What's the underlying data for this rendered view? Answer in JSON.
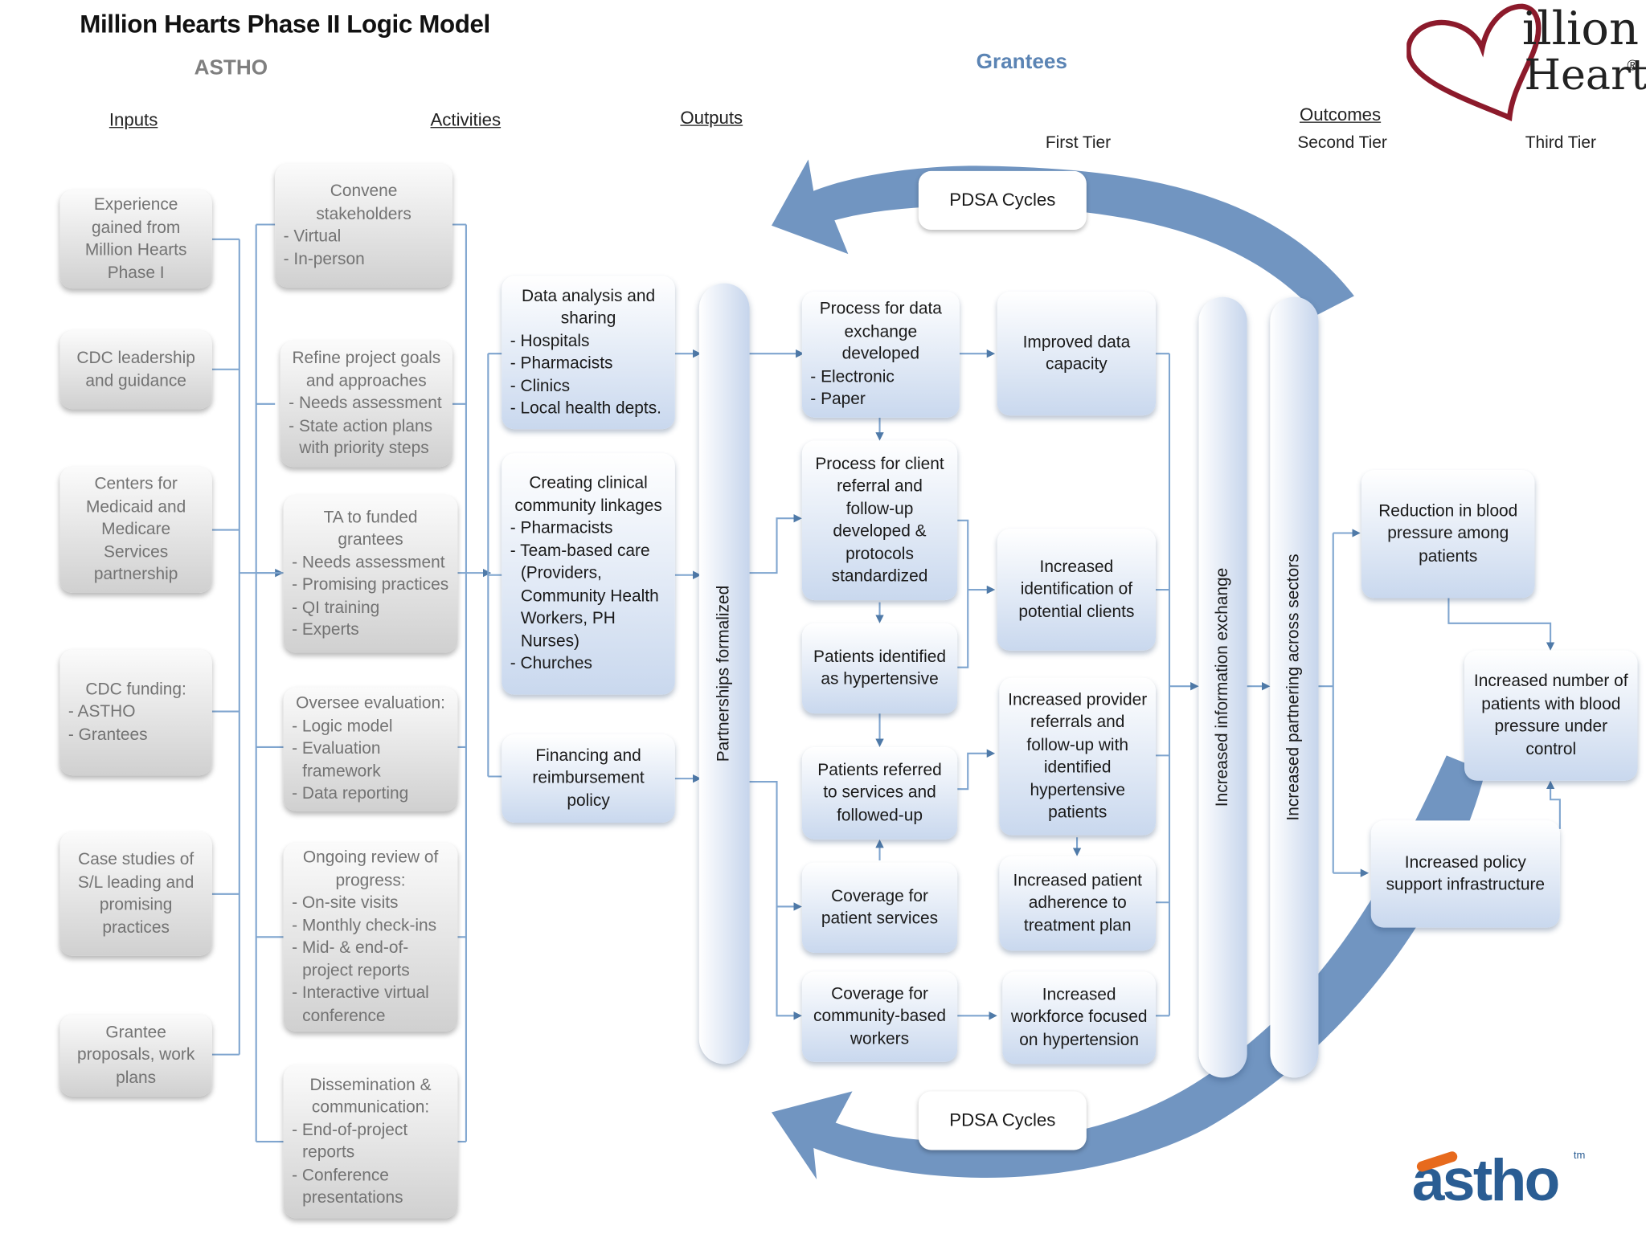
{
  "title": "Million Hearts Phase II Logic Model",
  "astho_label": "ASTHO",
  "grantees_label": "Grantees",
  "headers": {
    "inputs": "Inputs",
    "activities": "Activities",
    "outputs": "Outputs",
    "outcomes": "Outcomes"
  },
  "tiers": {
    "first": "First Tier",
    "second": "Second Tier",
    "third": "Third Tier"
  },
  "inputs": [
    "Experience gained from Million Hearts Phase I",
    "CDC leadership and guidance",
    "Centers for Medicaid and Medicare Services partnership",
    {
      "title": "CDC funding:",
      "items": [
        "ASTHO",
        "Grantees"
      ]
    },
    "Case studies of S/L leading and promising practices",
    "Grantee proposals, work plans"
  ],
  "activities": [
    {
      "title": "Convene stakeholders",
      "items": [
        "Virtual",
        "In-person"
      ]
    },
    {
      "title": "Refine project goals and approaches",
      "items": [
        "Needs assessment",
        "State action plans with priority steps"
      ]
    },
    {
      "title": "TA to funded grantees",
      "items": [
        "Needs assessment",
        "Promising practices",
        "QI training",
        "Experts"
      ]
    },
    {
      "title": "Oversee evaluation:",
      "items": [
        "Logic model",
        "Evaluation framework",
        "Data reporting"
      ]
    },
    {
      "title": "Ongoing review of progress:",
      "items": [
        "On-site visits",
        "Monthly check-ins",
        "Mid- & end-of-project reports",
        "Interactive virtual conference"
      ]
    },
    {
      "title": "Dissemination & communication:",
      "items": [
        "End-of-project reports",
        "Conference presentations"
      ]
    }
  ],
  "outputs": [
    {
      "title": "Data analysis and sharing",
      "items": [
        "Hospitals",
        "Pharmacists",
        "Clinics",
        "Local health depts."
      ]
    },
    {
      "title": "Creating clinical community linkages",
      "items": [
        "Pharmacists",
        "Team-based care (Providers, Community Health Workers, PH Nurses)",
        "Churches"
      ]
    },
    "Financing and reimbursement policy"
  ],
  "partnerships_label": "Partnerships formalized",
  "pdsa_label": "PDSA Cycles",
  "first_tier_a": [
    {
      "title": "Process for data exchange developed",
      "items": [
        "Electronic",
        "Paper"
      ]
    },
    "Process for client referral and follow-up developed & protocols standardized",
    "Patients identified as hypertensive",
    "Patients referred to services and followed-up",
    "Coverage for patient services",
    "Coverage for community-based workers"
  ],
  "first_tier_b": [
    "Improved data capacity",
    "Increased identification of potential clients",
    "Increased provider referrals and follow-up with identified hypertensive patients",
    "Increased patient adherence to treatment plan",
    "Increased workforce focused on hypertension"
  ],
  "second_tier": [
    "Increased information exchange",
    "Increased partnering across sectors"
  ],
  "third_tier": [
    "Reduction in blood pressure among patients",
    "Increased number of patients with blood pressure under control",
    "Increased policy support infrastructure"
  ],
  "logo": {
    "mh_text": "illion",
    "mh_text2": "Hearts",
    "reg": "®",
    "astho_text": "astho",
    "tm": "tm"
  },
  "colors": {
    "arrow": "#4f7aa8",
    "cycle": "#7195c1",
    "connector": "#7fa5cf",
    "heart": "#8c1a2b",
    "astho_orange": "#e76a1d",
    "astho_blue": "#2a5d93"
  }
}
